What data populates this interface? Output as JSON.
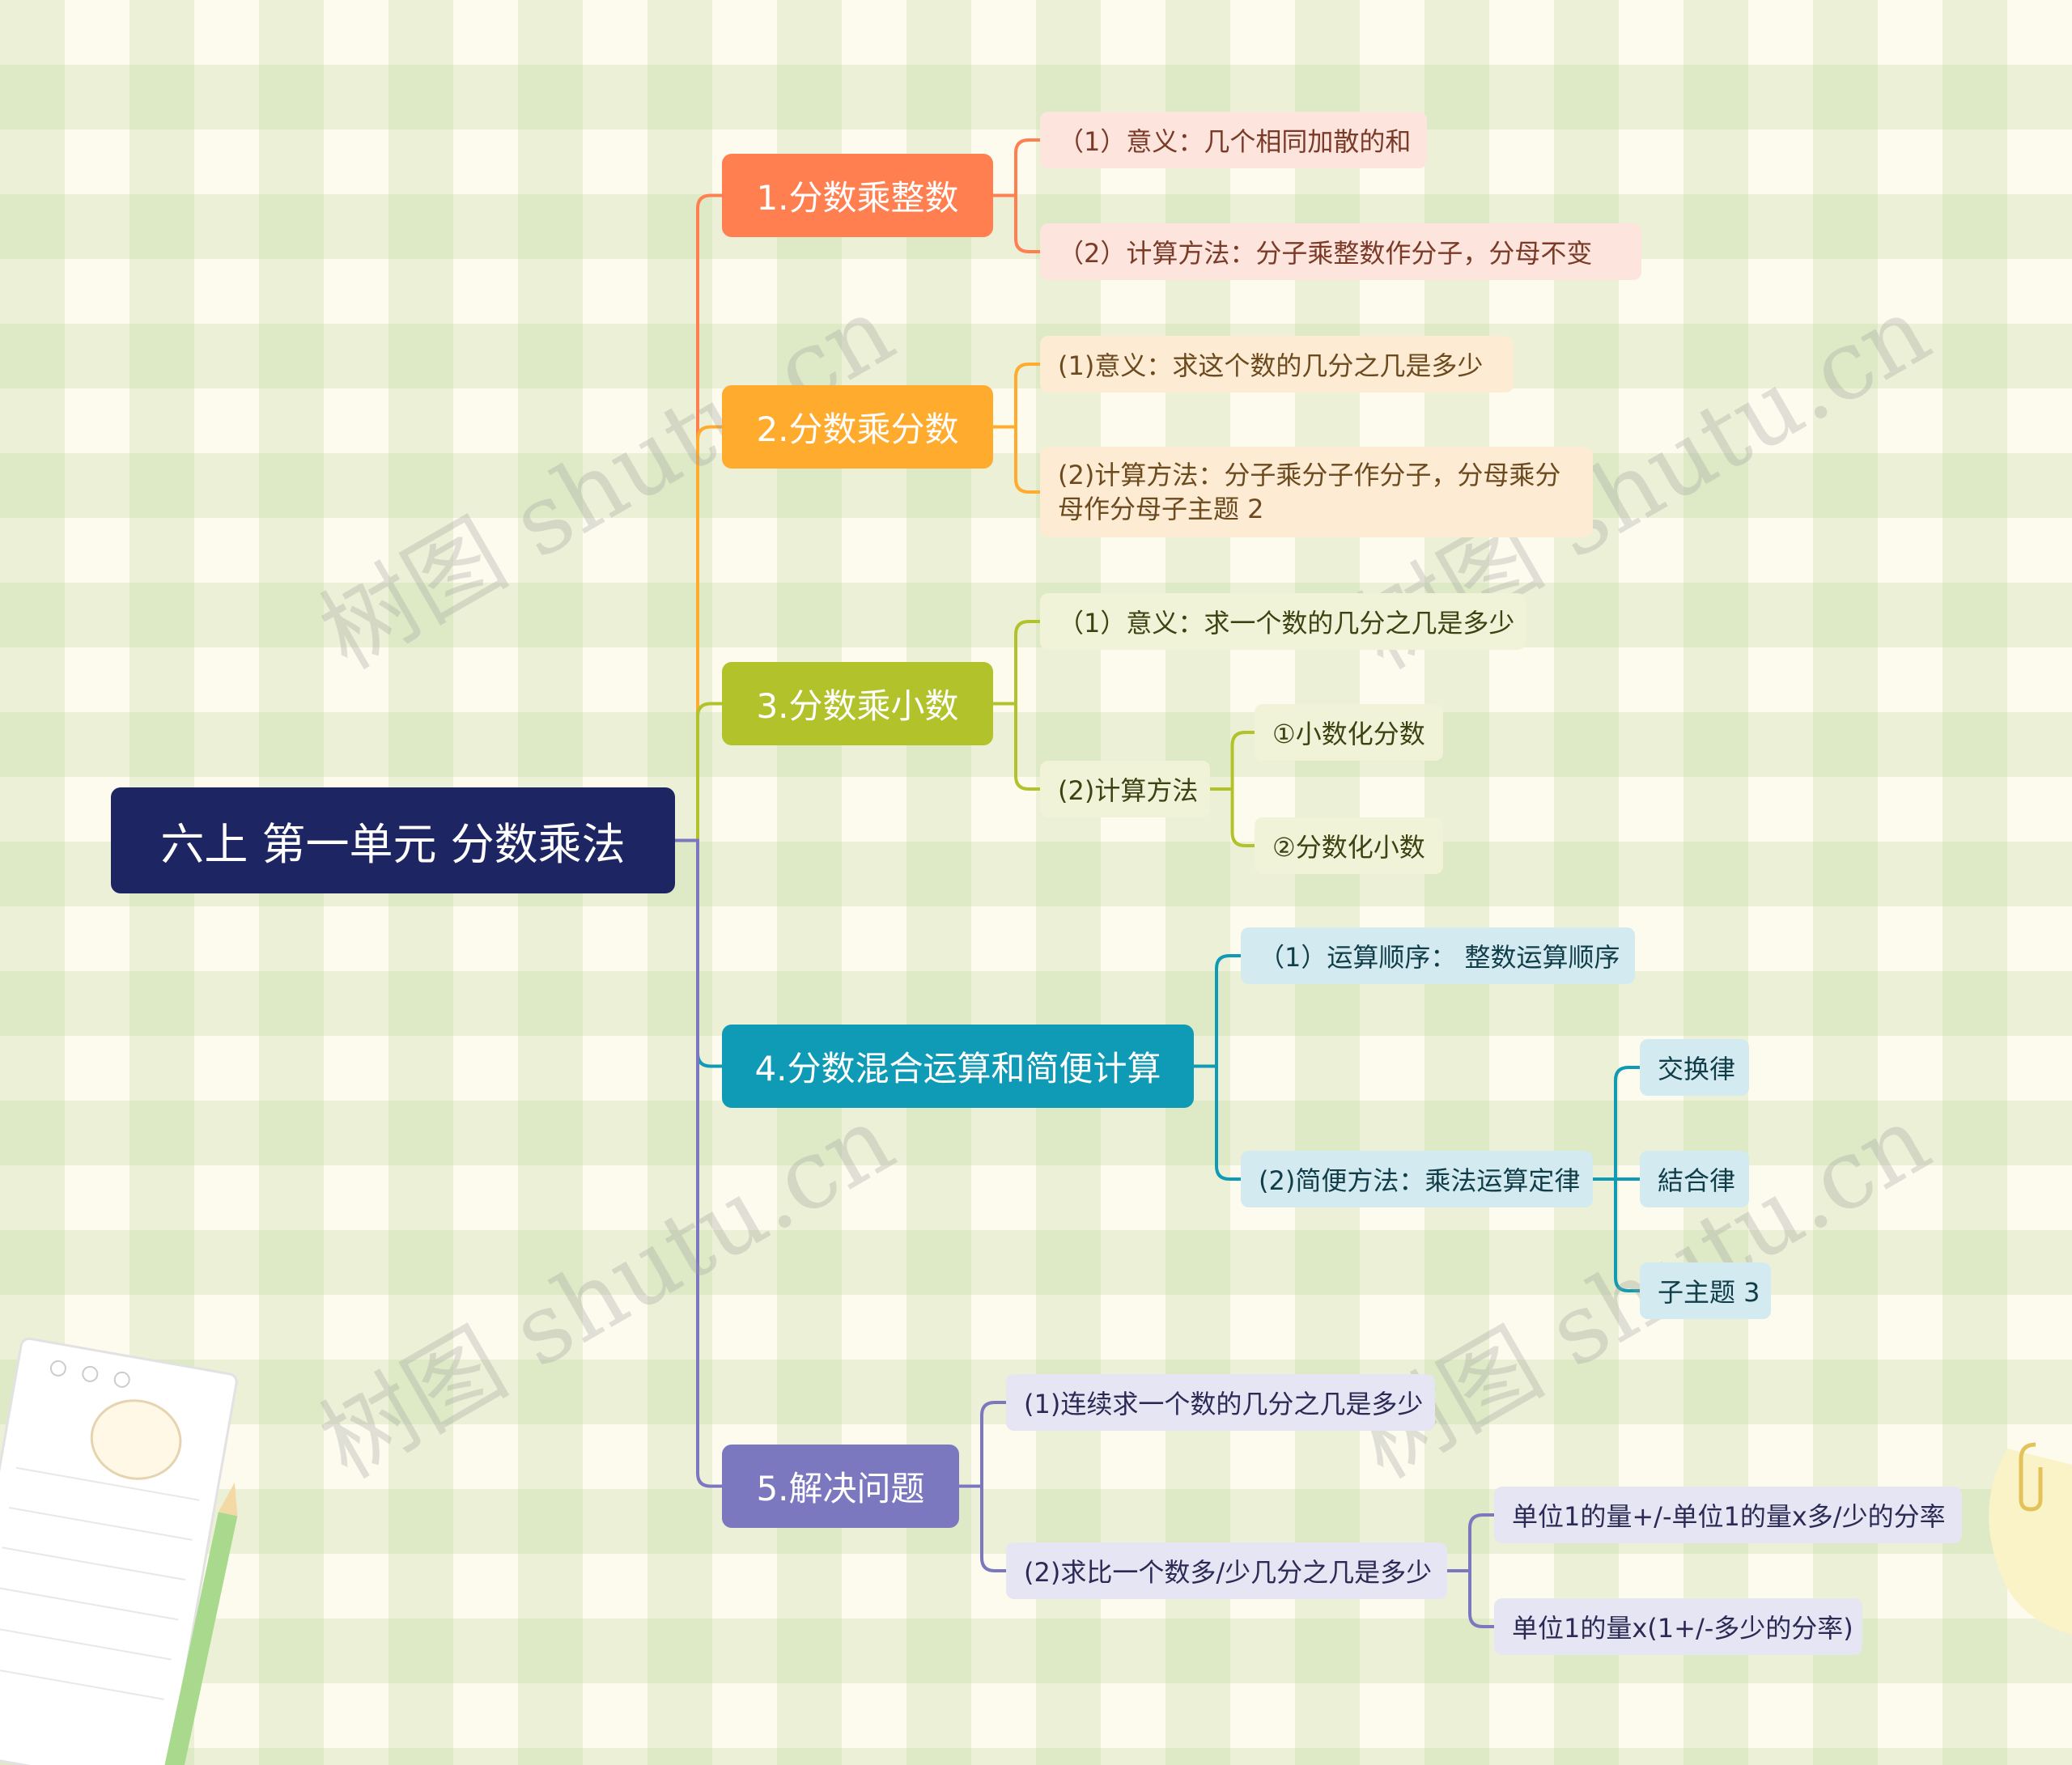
{
  "root": {
    "label": "六上 第一单元 分数乘法"
  },
  "branches": [
    {
      "label": "1.分数乘整数",
      "color": "#ff7f50",
      "children": [
        {
          "label": "（1）意义：几个相同加散的和"
        },
        {
          "label": "（2）计算方法：分子乘整数作分子，分母不变"
        }
      ]
    },
    {
      "label": "2.分数乘分数",
      "color": "#ffab2e",
      "children": [
        {
          "label": "(1)意义：求这个数的几分之几是多少"
        },
        {
          "label": "(2)计算方法：分子乘分子作分子，分母乘分母作分母子主题 2"
        }
      ]
    },
    {
      "label": "3.分数乘小数",
      "color": "#b2c22b",
      "children": [
        {
          "label": "（1）意义：求一个数的几分之几是多少"
        },
        {
          "label": "(2)计算方法",
          "children": [
            {
              "label": "①小数化分数"
            },
            {
              "label": "②分数化小数"
            }
          ]
        }
      ]
    },
    {
      "label": "4.分数混合运算和简便计算",
      "color": "#0f9ab5",
      "children": [
        {
          "label": "（1）运算顺序： 整数运算顺序"
        },
        {
          "label": "(2)简便方法：乘法运算定律",
          "children": [
            {
              "label": "交换律"
            },
            {
              "label": "結合律"
            },
            {
              "label": "子主题 3"
            }
          ]
        }
      ]
    },
    {
      "label": "5.解决问题",
      "color": "#7b78bf",
      "children": [
        {
          "label": "(1)连续求一个数的几分之几是多少"
        },
        {
          "label": "(2)求比一个数多/少几分之几是多少",
          "children": [
            {
              "label": "单位1的量+/-单位1的量x多/少的分率"
            },
            {
              "label": "单位1的量x(1+/-多少的分率)"
            }
          ]
        }
      ]
    }
  ],
  "watermark": "树图 shutu.cn"
}
